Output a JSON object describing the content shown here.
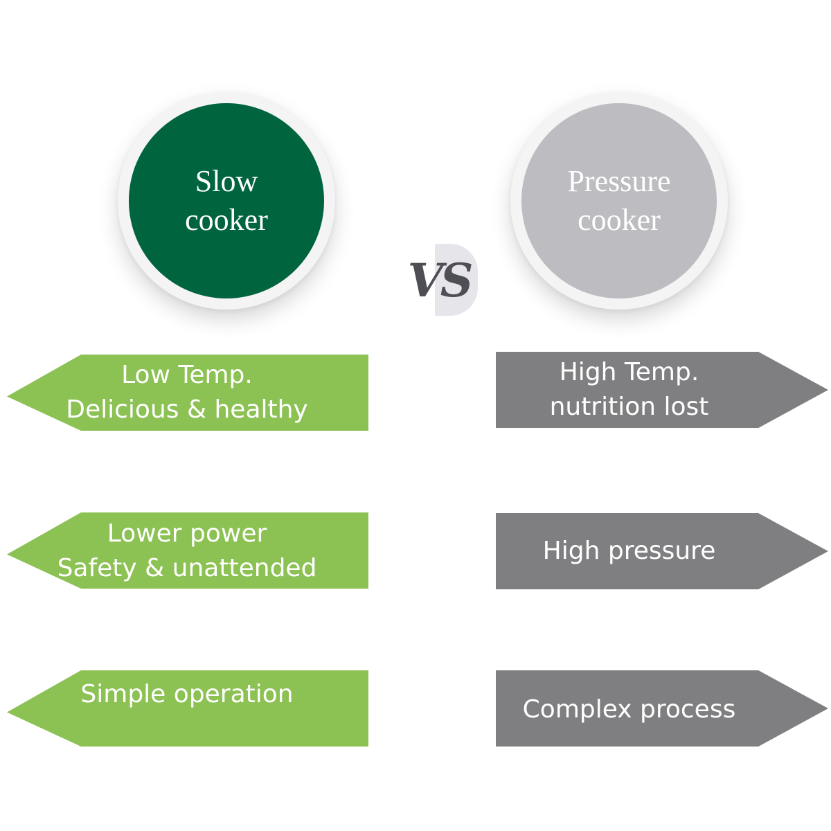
{
  "colors": {
    "slow_cooker_circle": "#00643f",
    "pressure_cooker_circle": "#bcbcc1",
    "pro_arrow": "#8cc153",
    "con_arrow": "#7f7f81"
  },
  "left": {
    "title": "Slow\ncooker",
    "points": [
      "Low Temp.\nDelicious & healthy",
      "Lower power\nSafety & unattended",
      "Simple operation"
    ]
  },
  "right": {
    "title": "Pressure\ncooker",
    "points": [
      "High Temp.\nnutrition lost",
      "High pressure",
      "Complex process"
    ]
  },
  "vs": "VS"
}
